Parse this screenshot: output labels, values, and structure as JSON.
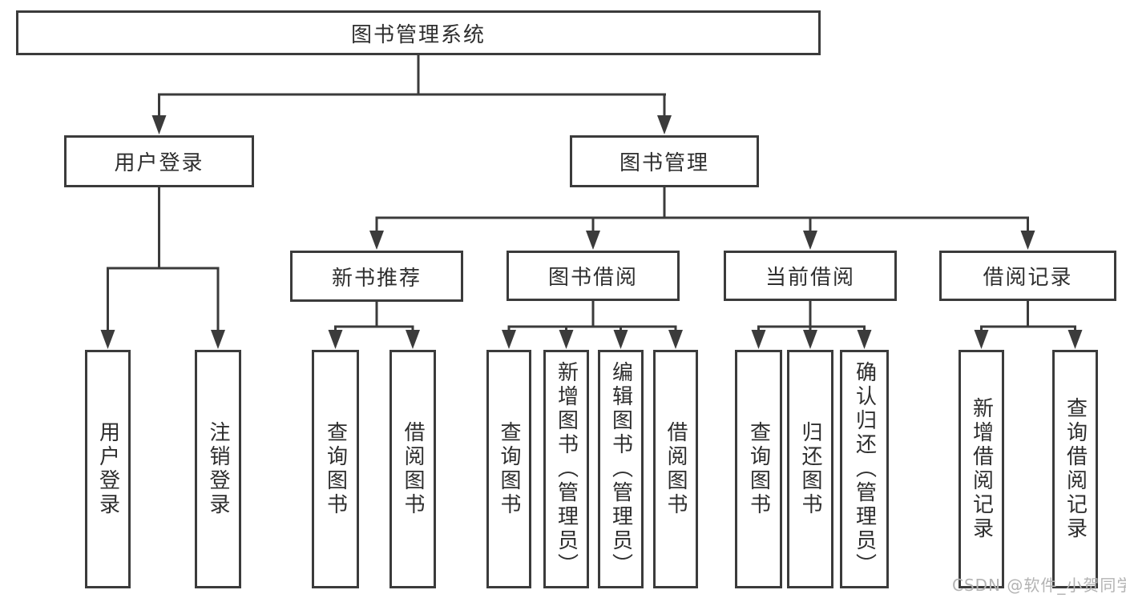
{
  "diagram": {
    "watermark": "CSDN @软件_小贺同学",
    "colors": {
      "line": "#3b3b3b",
      "box_border": "#3b3b3b",
      "text": "#2e2e2e",
      "watermark": "#b3b3b3",
      "background": "#ffffff"
    },
    "tree": {
      "label": "图书管理系统",
      "children": [
        {
          "label": "用户登录",
          "children": [
            {
              "label": "用户登录"
            },
            {
              "label": "注销登录"
            }
          ]
        },
        {
          "label": "图书管理",
          "children": [
            {
              "label": "新书推荐",
              "children": [
                {
                  "label": "查询图书"
                },
                {
                  "label": "借阅图书"
                }
              ]
            },
            {
              "label": "图书借阅",
              "children": [
                {
                  "label": "查询图书"
                },
                {
                  "label": "新增图书（管理员）"
                },
                {
                  "label": "编辑图书（管理员）"
                },
                {
                  "label": "借阅图书"
                }
              ]
            },
            {
              "label": "当前借阅",
              "children": [
                {
                  "label": "查询图书"
                },
                {
                  "label": "归还图书"
                },
                {
                  "label": "确认归还（管理员）"
                }
              ]
            },
            {
              "label": "借阅记录",
              "children": [
                {
                  "label": "新增借阅记录"
                },
                {
                  "label": "查询借阅记录"
                }
              ]
            }
          ]
        }
      ]
    }
  }
}
